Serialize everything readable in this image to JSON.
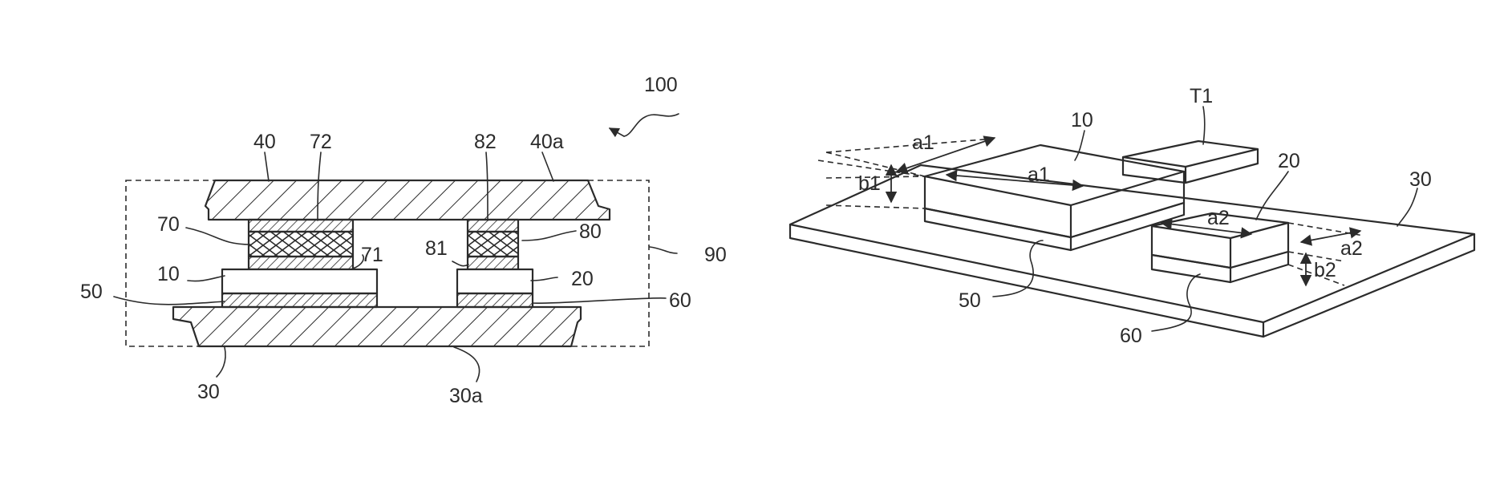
{
  "figure_left": {
    "labels": {
      "assembly": "100",
      "top_substrate": "40",
      "top_substrate_face": "40a",
      "upper_bond_1": "72",
      "upper_bond_2": "82",
      "spacer_1": "70",
      "spacer_2": "80",
      "lower_bond_1": "71",
      "lower_bond_2": "81",
      "chip_1": "10",
      "chip_2": "20",
      "die_bond_1": "50",
      "die_bond_2": "60",
      "enclosure": "90",
      "bottom_substrate": "30",
      "bottom_substrate_face": "30a"
    }
  },
  "figure_right": {
    "labels": {
      "chip_1": "10",
      "terminal": "T1",
      "chip_2": "20",
      "substrate": "30",
      "width_chip_1_outer": "a1",
      "width_chip_1_top": "a1",
      "height_chip_1": "b1",
      "width_chip_2_top": "a2",
      "width_chip_2_outer": "a2",
      "height_chip_2": "b2",
      "die_bond_1": "50",
      "die_bond_2": "60"
    }
  }
}
